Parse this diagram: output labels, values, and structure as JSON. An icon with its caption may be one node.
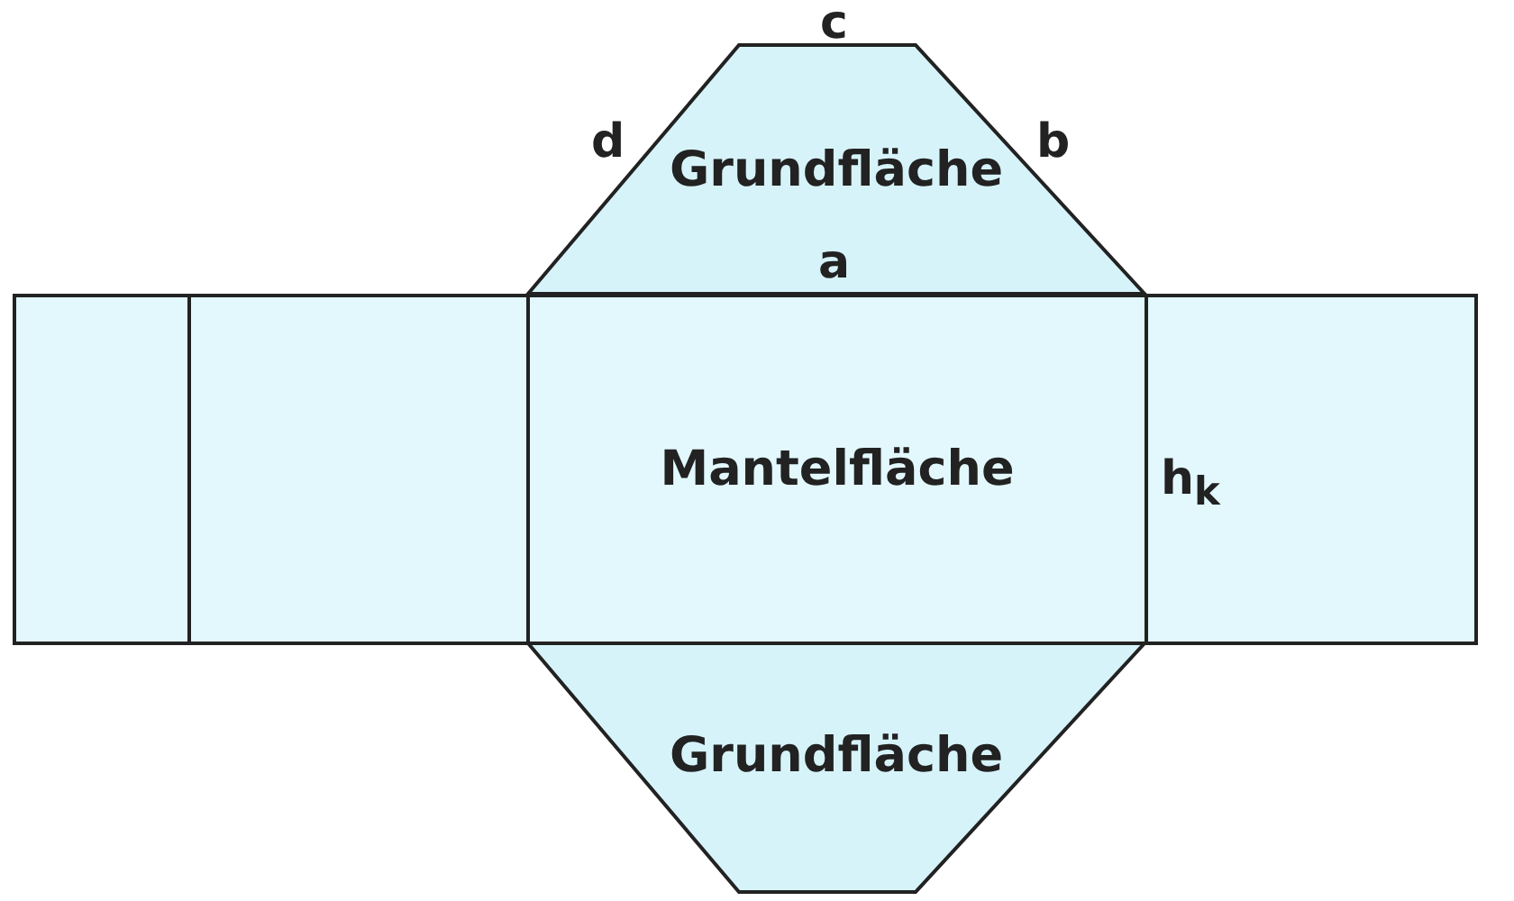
{
  "diagram": {
    "nodes": [
      {
        "text": [
          "Grundfläche"
        ]
      },
      {
        "text": [],
        "shape": "box"
      },
      {
        "text": [],
        "shape": "box"
      },
      {
        "text": [
          "Mantelfläche"
        ]
      },
      {
        "text": [],
        "shape": "box"
      },
      {
        "text": [
          "Grundfläche"
        ]
      }
    ],
    "edges": [],
    "labels": [
      "c",
      "d",
      "b",
      "a",
      "h$_{k}$"
    ]
  }
}
